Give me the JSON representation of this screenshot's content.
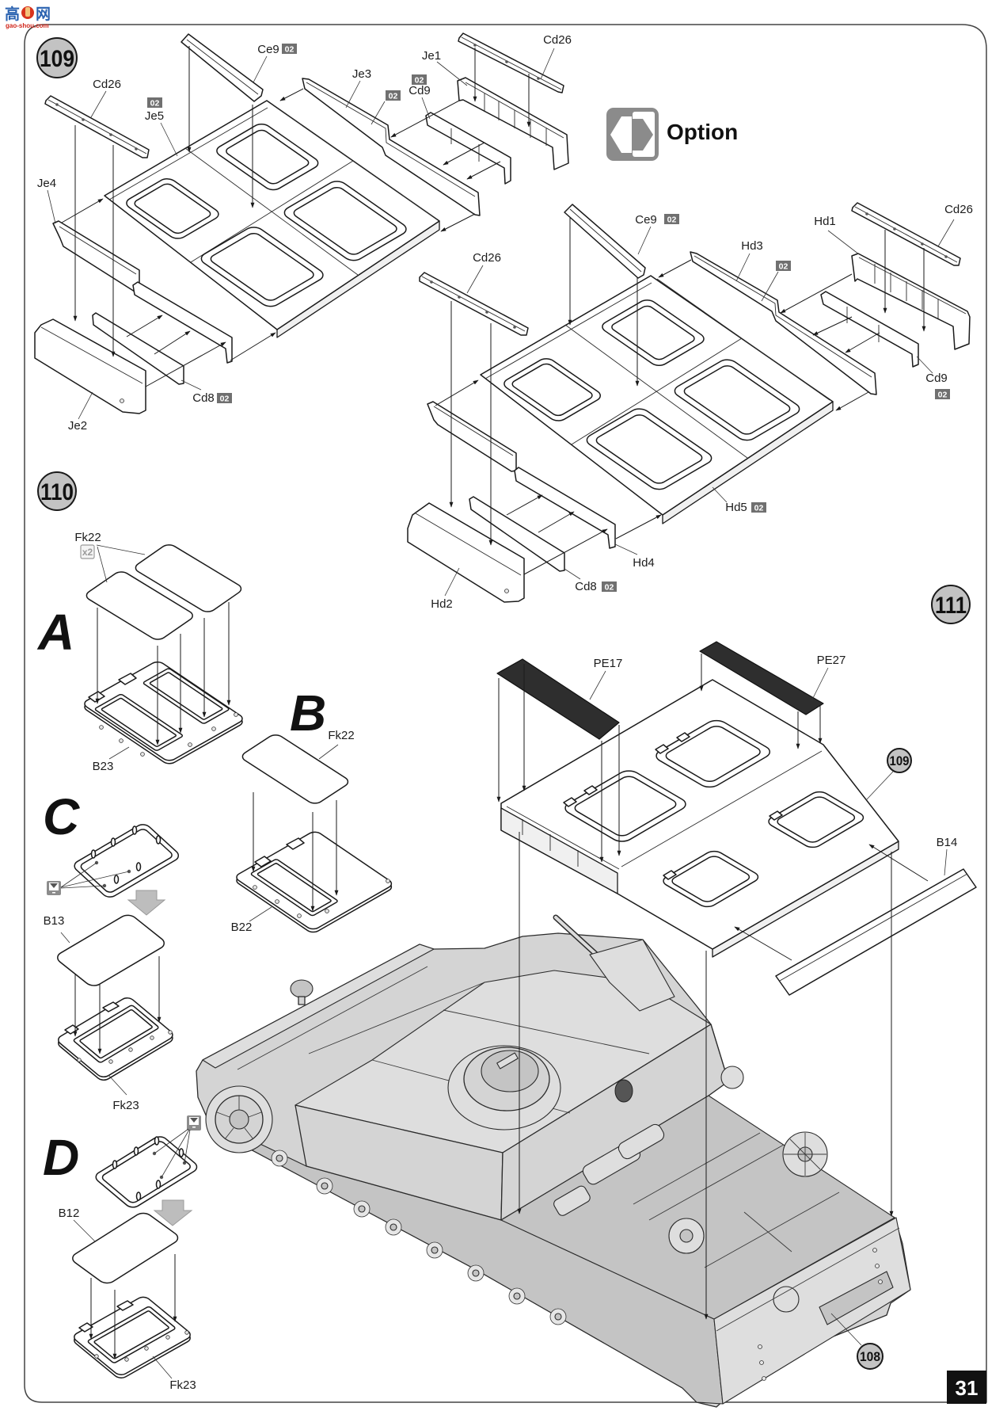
{
  "watermark": {
    "char_1": "高",
    "char_2": "网",
    "site": "gao-shou.com"
  },
  "page_number": "31",
  "icons": {
    "option": "option-arrows-icon",
    "holes": "open-holes-icon",
    "flow": "down-arrow-icon",
    "quantity": "quantity-x2-icon"
  },
  "option": {
    "label": "Option"
  },
  "step_109": {
    "number": "109",
    "labels": {
      "cd26_left": "Cd26",
      "je5": "Je5",
      "ce9": "Ce9",
      "je3": "Je3",
      "je1": "Je1",
      "cd9": "Cd9",
      "cd26_top": "Cd26",
      "je4": "Je4",
      "cd8": "Cd8",
      "je2": "Je2"
    },
    "badges": {
      "je5": "02",
      "ce9": "02",
      "rail": "02",
      "cd9": "02",
      "cd8": "02"
    }
  },
  "step_109_option": {
    "labels": {
      "ce9": "Ce9",
      "cd26_right": "Cd26",
      "hd1": "Hd1",
      "hd3": "Hd3",
      "cd26_left": "Cd26",
      "cd9": "Cd9",
      "hd5": "Hd5",
      "hd4": "Hd4",
      "cd8": "Cd8",
      "hd2": "Hd2"
    },
    "badges": {
      "ce9": "02",
      "hd3": "02",
      "cd9": "02",
      "hd5": "02",
      "cd8": "02"
    }
  },
  "step_110": {
    "number": "110",
    "variants": [
      {
        "letter": "A",
        "cover": "Fk22",
        "quantity": "x2",
        "base": "B23"
      },
      {
        "letter": "B",
        "cover": "Fk22",
        "base": "B22"
      },
      {
        "letter": "C",
        "cover": "B13",
        "base": "Fk23"
      },
      {
        "letter": "D",
        "cover": "B12",
        "base": "Fk23"
      }
    ]
  },
  "step_111": {
    "number": "111",
    "labels": {
      "pe17": "PE17",
      "pe27": "PE27",
      "b14": "B14"
    },
    "sub_assembly_refs": [
      "109",
      "108"
    ]
  }
}
